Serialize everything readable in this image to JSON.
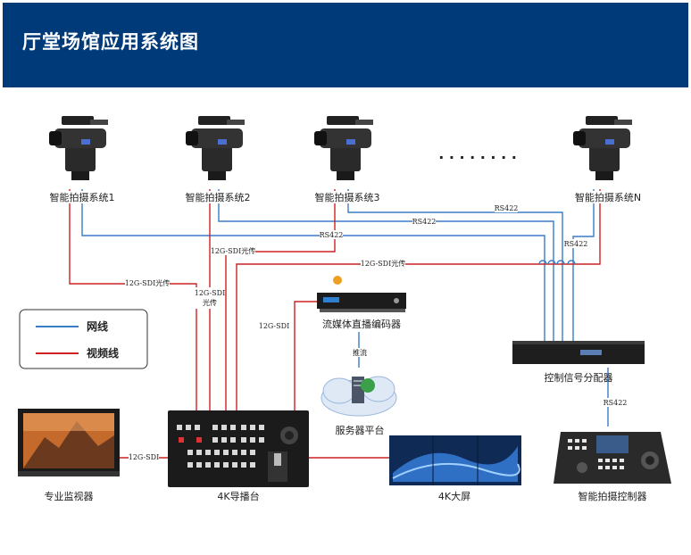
{
  "header": {
    "title": "厅堂场馆应用系统图"
  },
  "cameras": [
    {
      "label": "智能拍摄系统1"
    },
    {
      "label": "智能拍摄系统2"
    },
    {
      "label": "智能拍摄系统3"
    },
    {
      "label": "智能拍摄系统N"
    }
  ],
  "ellipsis": "· · · · · · · ·",
  "devices": {
    "encoder": "流媒体直播编码器",
    "server": "服务器平台",
    "distributor": "控制信号分配器",
    "monitor": "专业监视器",
    "switcher": "4K导播台",
    "screen": "4K大屏",
    "controller": "智能拍摄控制器"
  },
  "links": {
    "rs422": "RS422",
    "sdi_fiber": "12G-SDI光传",
    "sdi_fiber_v1": "12G-SDI",
    "sdi_fiber_v2": "光传",
    "sdi": "12G-SDI",
    "push": "推流"
  },
  "legend": {
    "network": "网线",
    "video": "视频线"
  },
  "colors": {
    "network": "#3a7cc6",
    "video": "#cc2222",
    "header": "#003a78"
  }
}
